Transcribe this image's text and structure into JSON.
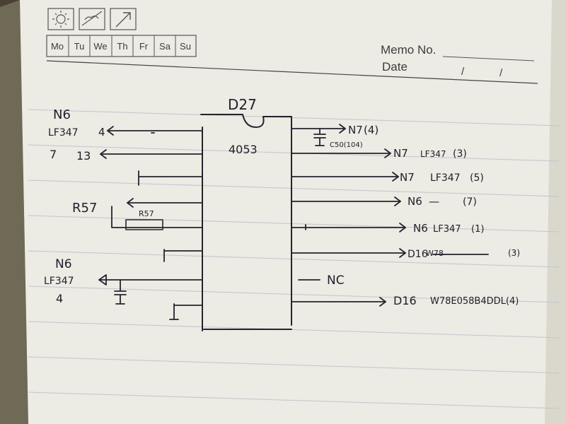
{
  "header": {
    "weekdays": [
      "Mo",
      "Tu",
      "We",
      "Th",
      "Fr",
      "Sa",
      "Su"
    ],
    "memo_label": "Memo No.",
    "date_label": "Date",
    "date_separators": [
      "/",
      "/"
    ],
    "icons": [
      "sun-icon",
      "cloudy-icon",
      "rain-icon"
    ]
  },
  "diagram": {
    "chip_ref": "D27",
    "chip_part": "4053",
    "left": {
      "top_net": "N6",
      "top_part": "LF347",
      "top_pin": "4",
      "row2_left": "7",
      "row2_right": "13",
      "resistor_ext": "R57",
      "resistor_inner": "R57",
      "bot_net": "N6",
      "bot_part": "LF347",
      "bot_pin": "4"
    },
    "right": {
      "r1_net": "N7",
      "r1_pin": "(4)",
      "r1_cap": "C50(104)",
      "r2_net": "N7",
      "r2_part": "LF347",
      "r2_pin": "(3)",
      "r3_net": "N7",
      "r3_part": "LF347",
      "r3_pin": "(5)",
      "r4_net": "N6",
      "r4_dash": "—",
      "r4_pin": "(7)",
      "r5_net": "N6",
      "r5_part": "LF347",
      "r5_pin": "(1)",
      "r6_net": "D16",
      "r6_part": "W78",
      "r6_pin": "(3)",
      "r7_label": "NC",
      "r8_net": "D16",
      "r8_part": "W78E058B4DDL(4)"
    }
  }
}
